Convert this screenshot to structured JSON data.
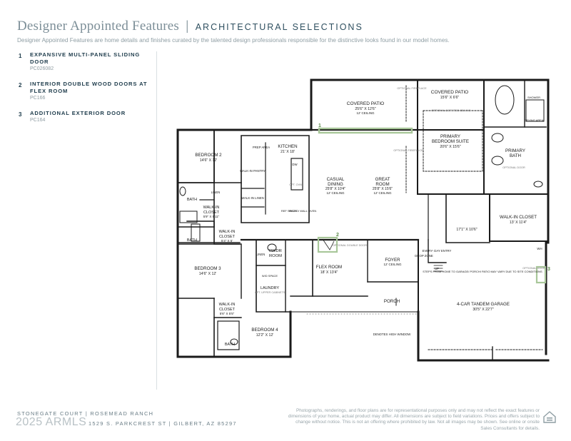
{
  "header": {
    "title": "Designer Appointed Features",
    "separator": "|",
    "subtitle": "ARCHITECTURAL SELECTIONS",
    "description": "Designer Appointed Features are home details and finishes curated by the talented design professionals responsible for the distinctive looks found in our model homes."
  },
  "features": [
    {
      "number": "1",
      "name_line1": "EXPANSIVE MULTI-PANEL SLIDING",
      "name_line2": "DOOR",
      "code": "PC026082"
    },
    {
      "number": "2",
      "name_line1": "INTERIOR DOUBLE WOOD DOORS AT",
      "name_line2": "FLEX ROOM",
      "code": "PC166"
    },
    {
      "number": "3",
      "name_line1": "ADDITIONAL EXTERIOR DOOR",
      "name_line2": "",
      "code": "PC164"
    }
  ],
  "plan": {
    "covered_patio": {
      "name": "COVERED PATIO",
      "dims": "25'6\" X 12'6\"",
      "note": "12' CEILING"
    },
    "covered_patio_2": {
      "name": "COVERED PATIO",
      "dims": "15'6\" X 6'6\""
    },
    "optional_fireplace": "OPTIONAL FIREPLACE",
    "optional_soffited_ceiling": "OPTIONAL SOFFITED CEILING",
    "optional_fireplace_2": "OPTIONAL FIREPLACE",
    "shower": "SHOWER",
    "drying_area": "DRYING AREA",
    "bedroom2": {
      "name": "BEDROOM 2",
      "dims": "14'6\" X 12'"
    },
    "prep_area": "PREP AREA",
    "kitchen": {
      "name": "KITCHEN",
      "dims": "21' X 18'"
    },
    "primary_suite": {
      "name1": "PRIMARY",
      "name2": "BEDROOM SUITE",
      "dims": "20'6\" X 15'6\""
    },
    "primary_bath": {
      "name1": "PRIMARY",
      "name2": "BATH"
    },
    "optional_door": "OPTIONAL DOOR",
    "dw": "DW",
    "walk_in_pantry": "WALK-IN PANTRY",
    "opt_oven": "OPT. OVN",
    "casual_dining": {
      "name1": "CASUAL",
      "name2": "DINING",
      "dims": "25'8\" X 10'4\"",
      "note": "12' CEILING"
    },
    "great_room": {
      "name1": "GREAT",
      "name2": "ROOM",
      "dims": "25'8\" X 15'6\"",
      "note": "12' CEILING"
    },
    "bath_a": "BATH",
    "linen_a": "LINEN",
    "walk_in_linen": "WALK-IN LINEN",
    "walk_in_closet_a": {
      "name1": "WALK-IN",
      "name2": "CLOSET",
      "dims": "5'9\" X 5'11\""
    },
    "ref_space": "REF SPACE",
    "micro_wall_oven": "MICRO/ WALL OVEN",
    "walk_in_closet_primary": {
      "name": "WALK-IN CLOSET",
      "dims": "13' X 11'4\""
    },
    "bath_b": "BATH",
    "walk_in_closet_b": {
      "name1": "WALK-IN",
      "name2": "CLOSET",
      "dims": "5'4\" X 5'"
    },
    "garage_upper_dims": "17'1\" X 10'6\"",
    "optional_double_door": "OPTIONAL DOUBLE DOOR",
    "pwdr_room": {
      "name1": "PWDR",
      "name2": "ROOM"
    },
    "linen_b": "LINEN",
    "every_day_entry": "EVERY- DAY ENTRY",
    "wh": "WH",
    "optional_door_2": "OPTIONAL DOOR",
    "foyer": {
      "name": "FOYER",
      "note": "12' CEILING"
    },
    "drop_zone": "DROP ZONE",
    "up": "UP",
    "bedroom3": {
      "name": "BEDROOM 3",
      "dims": "14'6\" X 12'"
    },
    "flex_room": {
      "name": "FLEX ROOM",
      "dims": "18' X 13'4\""
    },
    "wd_space": "W/D SPACE",
    "laundry": {
      "name": "LAUNDRY",
      "note": "OPT. UPPER CABINETS"
    },
    "garage_steps_note": "STEPS FROM HOME TO GARAGE/ PORCH/ PATIO MAY VARY DUE TO SITE CONDITIONS",
    "porch": "PORCH",
    "garage": {
      "name": "4-CAR TANDEM GARAGE",
      "dims": "30'5\" X 22'7\""
    },
    "walk_in_closet_c": {
      "name1": "WALK-IN",
      "name2": "CLOSET",
      "dims": "5'6\" X 5'5\""
    },
    "bedroom4": {
      "name": "BEDROOM 4",
      "dims": "12'2\" X 12'"
    },
    "high_window": "DENOTES HIGH WINDOW",
    "bath_c": "BATH",
    "marker1": "1",
    "marker2": "2",
    "marker3": "3"
  },
  "footer": {
    "community": "STONEGATE COURT  |  ROSEMEAD RANCH",
    "address": "1529 S. PARKCREST ST  |  GILBERT, AZ 85297",
    "watermark": "2025 ARMLS",
    "disclaimer": "Photographs, renderings, and floor plans are for representational purposes only and may not reflect the exact features or dimensions of your home, actual product may differ. All dimensions are subject to field variations. Prices and offers subject to change without notice. This is not an offering where prohibited by law. Not all images may be shown. See online or onsite Sales Consultants for details."
  },
  "colors": {
    "highlight": "#a9c79a",
    "wall": "#1a1a1a",
    "text_dark": "#1c3a4a"
  }
}
